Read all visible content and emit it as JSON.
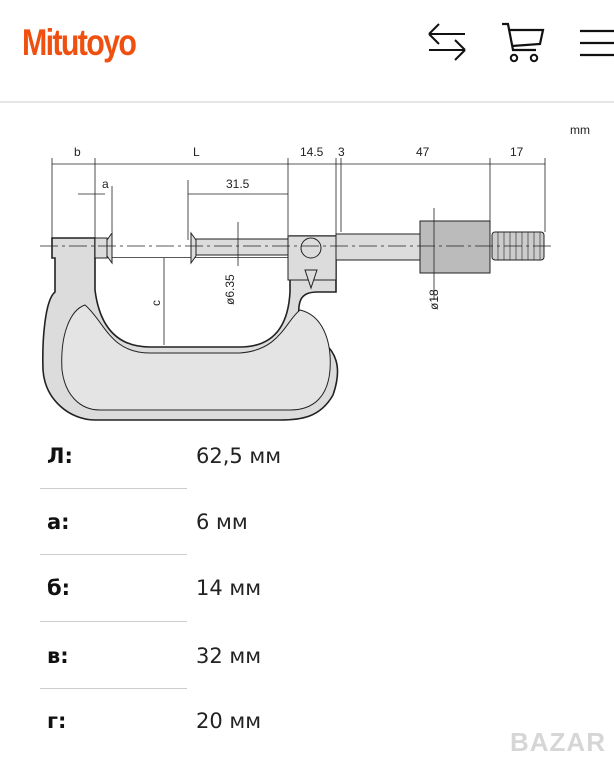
{
  "header": {
    "logo": "Mitutoyo",
    "icons": [
      "compare-arrows-icon",
      "cart-icon",
      "menu-icon"
    ]
  },
  "diagram": {
    "unit": "mm",
    "dims": {
      "b": "b",
      "L": "L",
      "d145": "14.5",
      "d3": "3",
      "d47": "47",
      "d17": "17",
      "a": "a",
      "d315": "31.5",
      "c": "c",
      "dia635": "ø6.35",
      "dia18": "ø18"
    }
  },
  "specs": [
    {
      "label": "Л:",
      "value": "62,5 мм"
    },
    {
      "label": "а:",
      "value": "6 мм"
    },
    {
      "label": "б:",
      "value": "14 мм"
    },
    {
      "label": "в:",
      "value": "32 мм"
    },
    {
      "label": "г:",
      "value": "20 мм"
    }
  ],
  "watermark": "BAZAR"
}
